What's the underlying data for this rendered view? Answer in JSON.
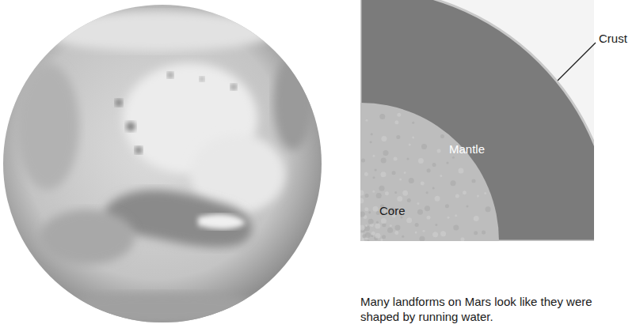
{
  "diagram": {
    "caption": "Many landforms on Mars look like they were shaped by running water.",
    "nodes": [
      {
        "text": [
          "Mantle"
        ]
      },
      {
        "text": [
          "Core"
        ],
        "in": 0
      }
    ],
    "labels": [
      "Crust"
    ]
  }
}
